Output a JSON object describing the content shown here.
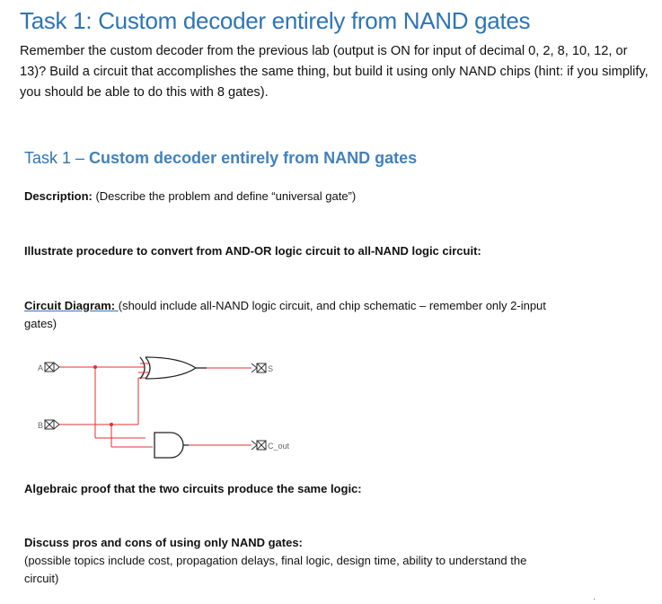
{
  "task": {
    "title": "Task 1: Custom decoder entirely from NAND gates",
    "description": "Remember the custom decoder from the previous lab (output is ON for input of decimal 0, 2, 8, 10, 12, or 13)? Build a circuit that accomplishes the same thing, but build it using only NAND chips (hint: if you simplify, you should be able to do this with 8 gates)."
  },
  "report": {
    "heading_prefix": "Task 1 – ",
    "heading_main": "Custom decoder entirely from NAND gates",
    "description_label": "Description:",
    "description_text": " (Describe the problem and define “universal gate”)",
    "illustrate_label": "Illustrate procedure to convert from AND-OR logic circuit to all-NAND logic circuit:",
    "circuit_label": "Circuit Diagram: ",
    "circuit_text": " (should include all-NAND logic circuit, and chip schematic – remember only 2-input gates)",
    "algebraic_label": "Algebraic proof that the two circuits produce the same logic:",
    "discuss_label": "Discuss pros and cons of using only NAND gates:",
    "discuss_text": "(possible topics include cost, propagation delays, final logic, design time, ability to understand the circuit)"
  },
  "circuit": {
    "input_a": "A",
    "input_b": "B",
    "output_s": "S",
    "output_c": "C_out",
    "wire_color": "#e03030",
    "gate_color": "#222222"
  },
  "footer": {
    "dot": "."
  }
}
